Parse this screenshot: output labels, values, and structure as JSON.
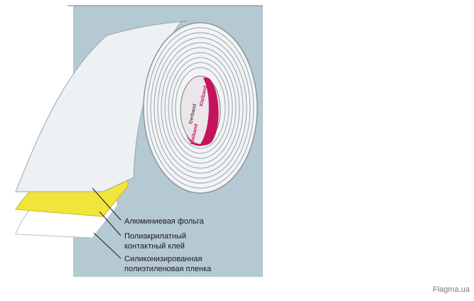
{
  "labels": {
    "foil": "Алюминиевая фольга",
    "adhesive_line1": "Полиакрилатный",
    "adhesive_line2": "контактный клей",
    "liner_line1": "Силиконизированная",
    "liner_line2": "полиэтиленовая пленка"
  },
  "core_print": {
    "brand": "Gerband",
    "logo": "Kleiband"
  },
  "watermark": "Flagma.ua",
  "colors": {
    "background_panel": "#b5c9d2",
    "foil": "#eef1f4",
    "adhesive": "#f1e43a",
    "liner": "#ffffff",
    "core_accent": "#c4145c",
    "roll_edge": "#9aa6ad"
  }
}
